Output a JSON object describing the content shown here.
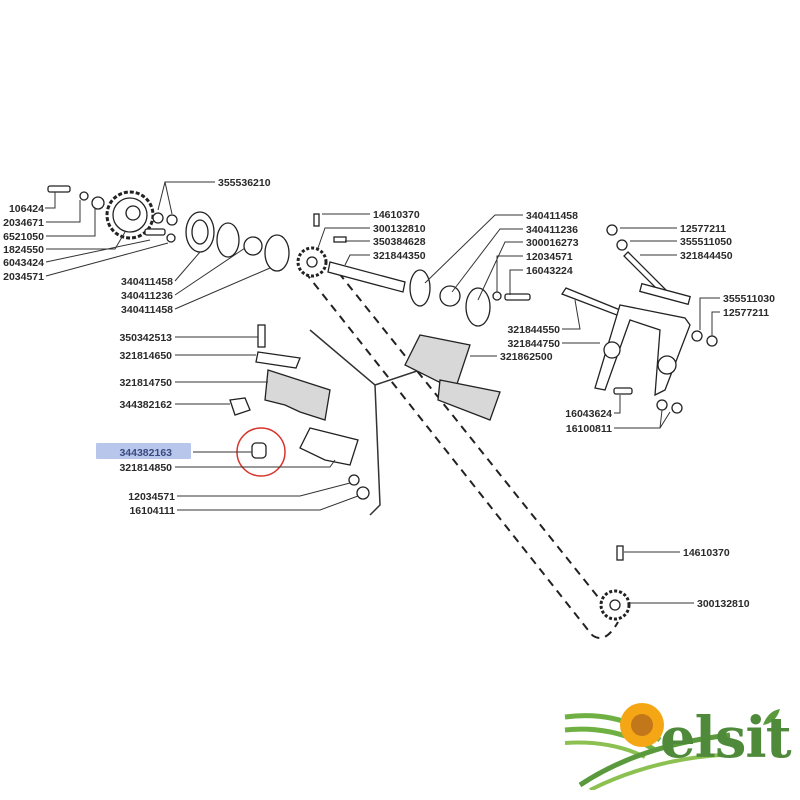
{
  "diagram": {
    "highlight_color": "#b8c6ec",
    "marker_color": "#d9332b",
    "labels_left_cluster": [
      "106424",
      "2034671",
      "6521050",
      "1824550",
      "6043424",
      "2034571"
    ],
    "label_top_seal": "355536210",
    "labels_flange_left": [
      "340411458",
      "340411236",
      "340411458"
    ],
    "labels_shaft": [
      "14610370",
      "300132810",
      "350384628",
      "321844350"
    ],
    "labels_flange_right": [
      "340411458",
      "340411236",
      "300016273",
      "12034571",
      "16043224"
    ],
    "labels_lever_top": [
      "12577211",
      "355511050",
      "321844450"
    ],
    "labels_lever_right": [
      "355511030",
      "12577211"
    ],
    "labels_lever_mid": [
      "321844550",
      "321844750"
    ],
    "label_blade": "321862500",
    "labels_lever_bottom": [
      "16043624",
      "16100811"
    ],
    "labels_parts_left": [
      "350342513",
      "321814650",
      "321814750",
      "344382162"
    ],
    "label_selected": "344382163",
    "label_plate": "321814850",
    "labels_nuts": [
      "12034571",
      "16104111"
    ],
    "labels_lower_sprocket": [
      "14610370",
      "300132810"
    ]
  },
  "logo": {
    "text": "elsit",
    "leaf_color": "#5a9a3c",
    "flower_color": "#f5a615"
  }
}
